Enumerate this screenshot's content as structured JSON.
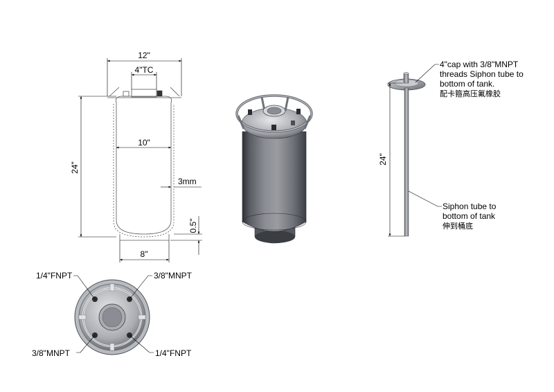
{
  "front_view": {
    "dim_width_top": "12\"",
    "dim_tc": "4\"TC",
    "dim_inner": "10\"",
    "dim_height": "24\"",
    "dim_wall": "3mm",
    "dim_foot": "0.5\"",
    "dim_base": "8\""
  },
  "top_view": {
    "label_top_left": "1/4\"FNPT",
    "label_top_right": "3/8\"MNPT",
    "label_bottom_left": "3/8\"MNPT",
    "label_bottom_right": "1/4\"FNPT"
  },
  "siphon_view": {
    "dim_height": "24\"",
    "cap_note_line1": "4\"cap with 3/8\"MNPT",
    "cap_note_line2": "threads Siphon tube to",
    "cap_note_line3": "bottom of tank.",
    "cap_note_cn": "配卡箍高压氟橡胶",
    "tube_note_line1": "Siphon tube to",
    "tube_note_line2": "bottom of tank",
    "tube_note_cn": "伸到桶底"
  }
}
